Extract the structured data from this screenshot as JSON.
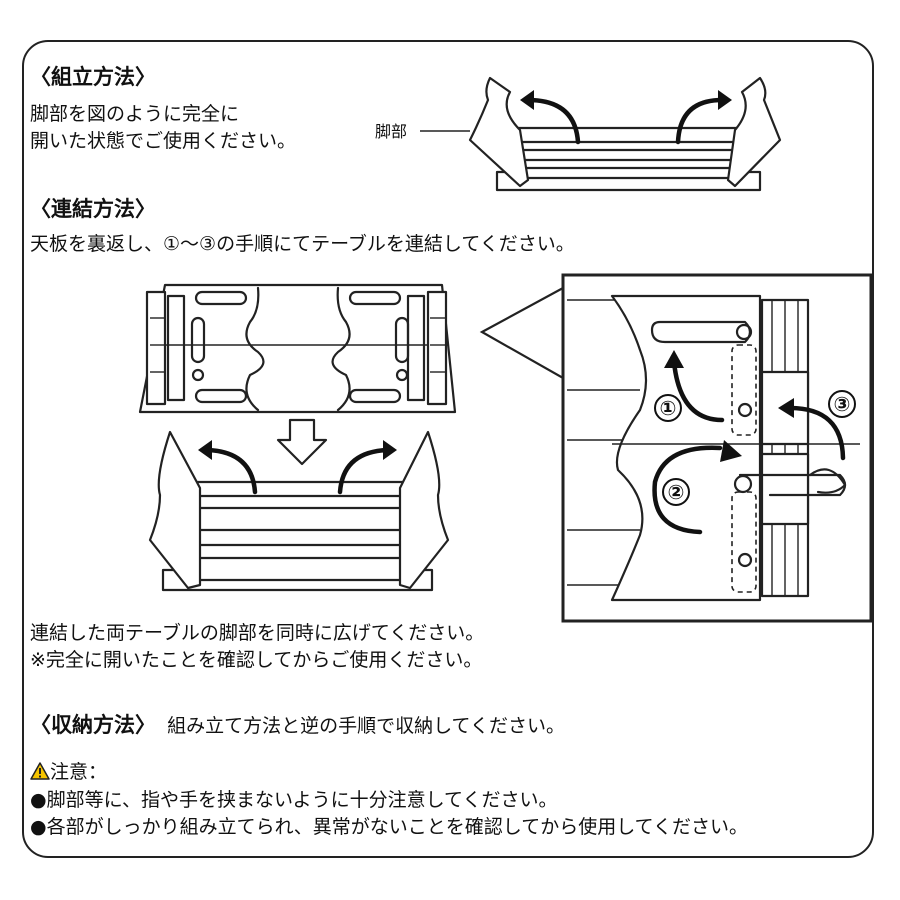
{
  "assembly": {
    "heading": "〈組立方法〉",
    "line1": "脚部を図のように完全に",
    "line2": "開いた状態でご使用ください。",
    "leg_label": "脚部"
  },
  "connect": {
    "heading": "〈連結方法〉",
    "instruction": "天板を裏返し、①～③の手順にてテーブルを連結してください。",
    "step1": "①",
    "step2": "②",
    "step3": "③",
    "after1": "連結した両テーブルの脚部を同時に広げてください。",
    "after2": "※完全に開いたことを確認してからご使用ください。"
  },
  "storage": {
    "heading": "〈収納方法〉",
    "text": "組み立て方法と逆の手順で収納してください。"
  },
  "caution": {
    "icon": "warning-icon",
    "title": "注意：",
    "item1": "●脚部等に、指や手を挟まないように十分注意してください。",
    "item2": "●各部がしっかり組み立てられ、異常がないことを確認してから使用してください。"
  }
}
